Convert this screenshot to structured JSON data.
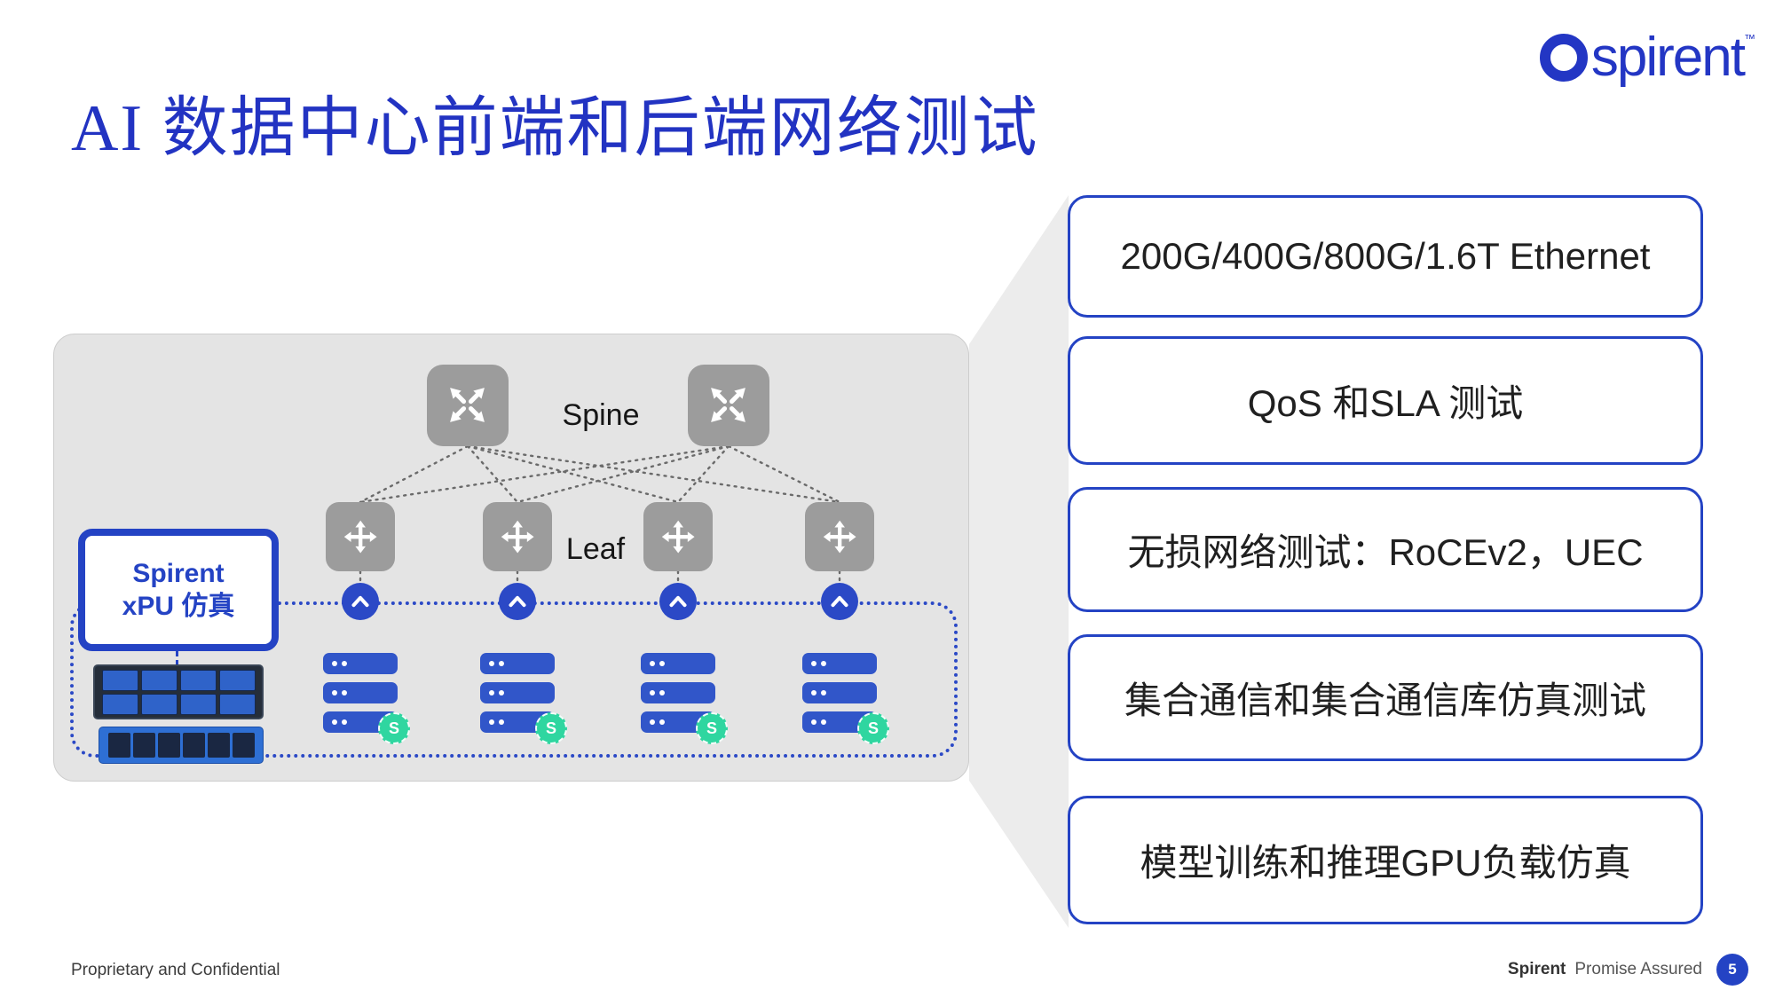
{
  "page": {
    "title": "AI 数据中心前端和后端网络测试",
    "brand": {
      "logo_text": "spirent",
      "tm": "™"
    },
    "footer": {
      "left": "Proprietary and Confidential",
      "brand_bold": "Spirent",
      "brand_rest": "Promise Assured",
      "page_number": "5"
    }
  },
  "diagram": {
    "spine_label": "Spine",
    "leaf_label": "Leaf",
    "xpu_box": {
      "line1": "Spirent",
      "line2": "xPU 仿真"
    },
    "server_badge": "S",
    "spine_count": 2,
    "leaf_count": 4,
    "server_group_count": 4
  },
  "callouts": {
    "items": [
      {
        "label": "200G/400G/800G/1.6T Ethernet"
      },
      {
        "label": "QoS 和SLA 测试"
      },
      {
        "label": "无损网络测试：RoCEv2，UEC"
      },
      {
        "label": "集合通信和集合通信库仿真测试"
      },
      {
        "label": "模型训练和推理GPU负载仿真"
      }
    ]
  },
  "icons": {
    "spine_switch": "expand-arrows-icon",
    "leaf_switch": "cross-arrows-icon",
    "port_node": "chevron-up-icon",
    "brand_mark": "ring-icon"
  },
  "colors": {
    "brand_blue": "#2336c4",
    "accent_blue": "#2443c4",
    "panel_gray": "#e4e4e4",
    "switch_gray": "#9c9c9c",
    "server_blue": "#3156c9",
    "badge_green": "#2fd6a0",
    "funnel_gray": "#ececec",
    "text_dark": "#202020"
  }
}
